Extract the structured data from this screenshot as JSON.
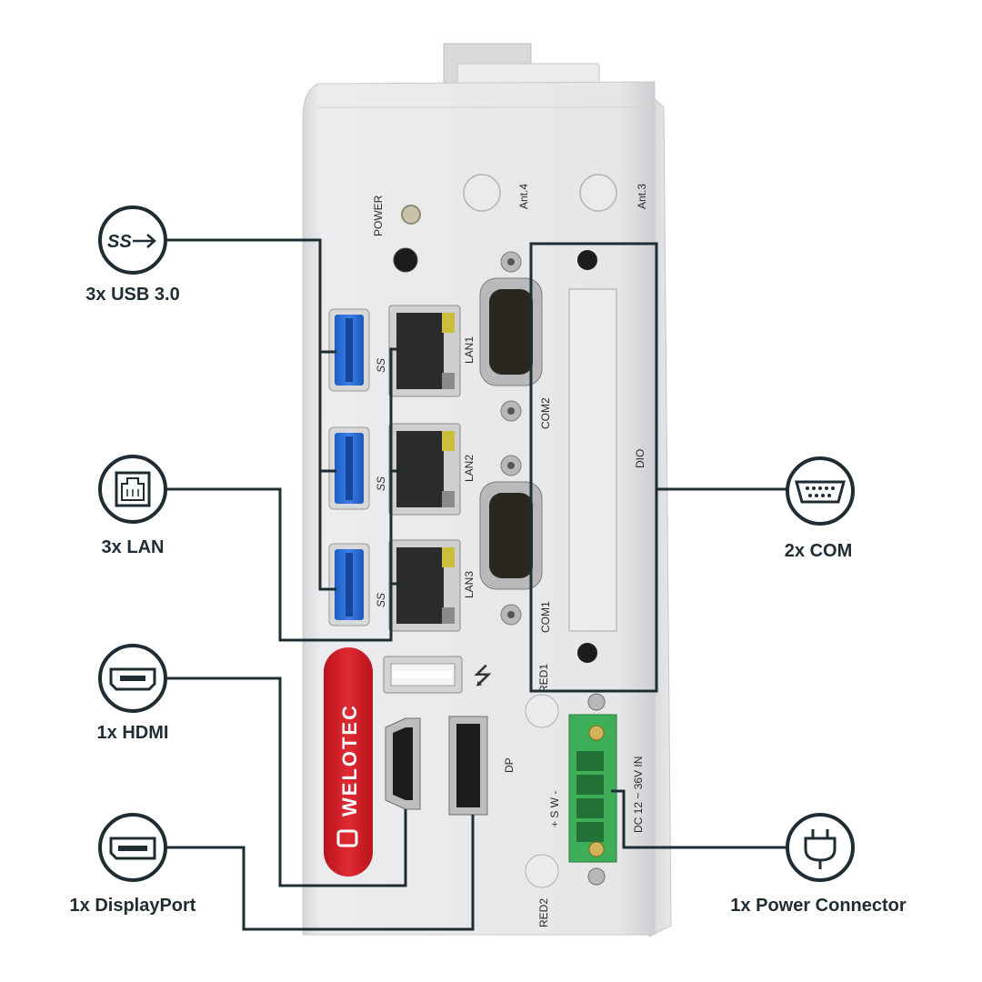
{
  "device": {
    "brand": "WELOTEC",
    "labels": {
      "power": "POWER",
      "ant4": "Ant.4",
      "ant3": "Ant.3",
      "lan1": "LAN1",
      "lan2": "LAN2",
      "lan3": "LAN3",
      "com2": "COM2",
      "com1": "COM1",
      "dio": "DIO",
      "red1": "RED1",
      "red2": "RED2",
      "dp": "DP",
      "dc_in": "DC 12 ~ 36V IN",
      "terminal_pins": "+ S W -",
      "usb_ss": "SS"
    }
  },
  "callouts": {
    "usb": "3x USB 3.0",
    "lan": "3x LAN",
    "hdmi": "1x HDMI",
    "displayport": "1x DisplayPort",
    "com": "2x COM",
    "power": "1x Power Connector"
  },
  "icons": {
    "usb": "usb-ss-icon",
    "lan": "ethernet-port-icon",
    "hdmi": "hdmi-port-icon",
    "displayport": "displayport-icon",
    "com": "serial-port-icon",
    "power": "power-plug-icon"
  },
  "colors": {
    "callout_line": "#1f2d33",
    "chassis": "#e3e3e5",
    "usb_blue": "#2f6fd6",
    "terminal_green": "#3fae58",
    "brand_red": "#d4202a"
  }
}
